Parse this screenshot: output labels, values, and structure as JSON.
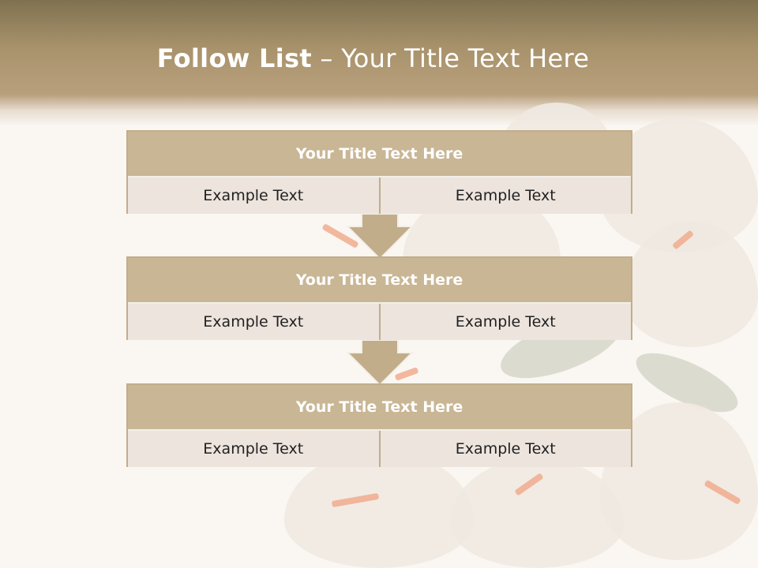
{
  "slide": {
    "title_bold": "Follow List",
    "title_rest": " – Your Title Text Here"
  },
  "blocks": [
    {
      "title": "Your Title Text Here",
      "left": "Example Text",
      "right": "Example Text"
    },
    {
      "title": "Your Title Text Here",
      "left": "Example Text",
      "right": "Example Text"
    },
    {
      "title": "Your Title Text Here",
      "left": "Example Text",
      "right": "Example Text"
    }
  ],
  "colors": {
    "header": "#a8926b",
    "block_head": "#c9b695",
    "cell": "#ece4dd",
    "border": "#c2ad8b"
  }
}
